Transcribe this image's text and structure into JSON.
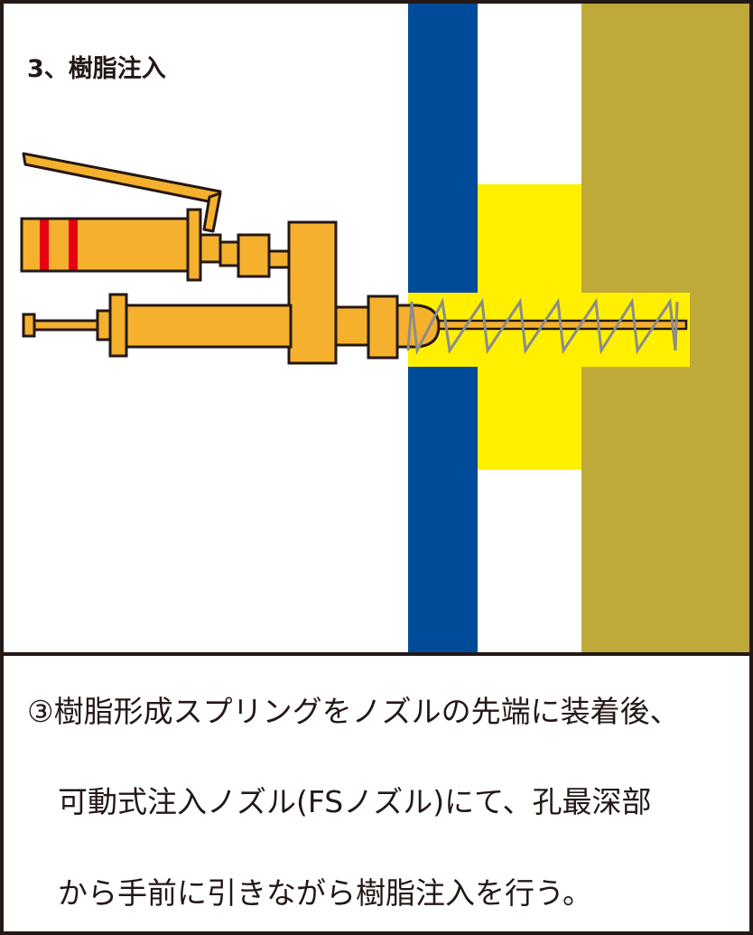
{
  "diagram": {
    "step_title": "3、樹脂注入"
  },
  "description": {
    "lines": [
      "③樹脂形成スプリングをノズルの先端に装着後、",
      "可動式注入ノズル(FSノズル)にて、孔最深部",
      "から手前に引きながら樹脂注入を行う。"
    ]
  },
  "colors": {
    "outline": "#231815",
    "wall_blue": "#004a9a",
    "concrete": "#bfa938",
    "resin_yellow": "#fff000",
    "gun_orange": "#f5b12d",
    "gun_red": "#e60012",
    "spring_gray": "#8c8c8c"
  }
}
